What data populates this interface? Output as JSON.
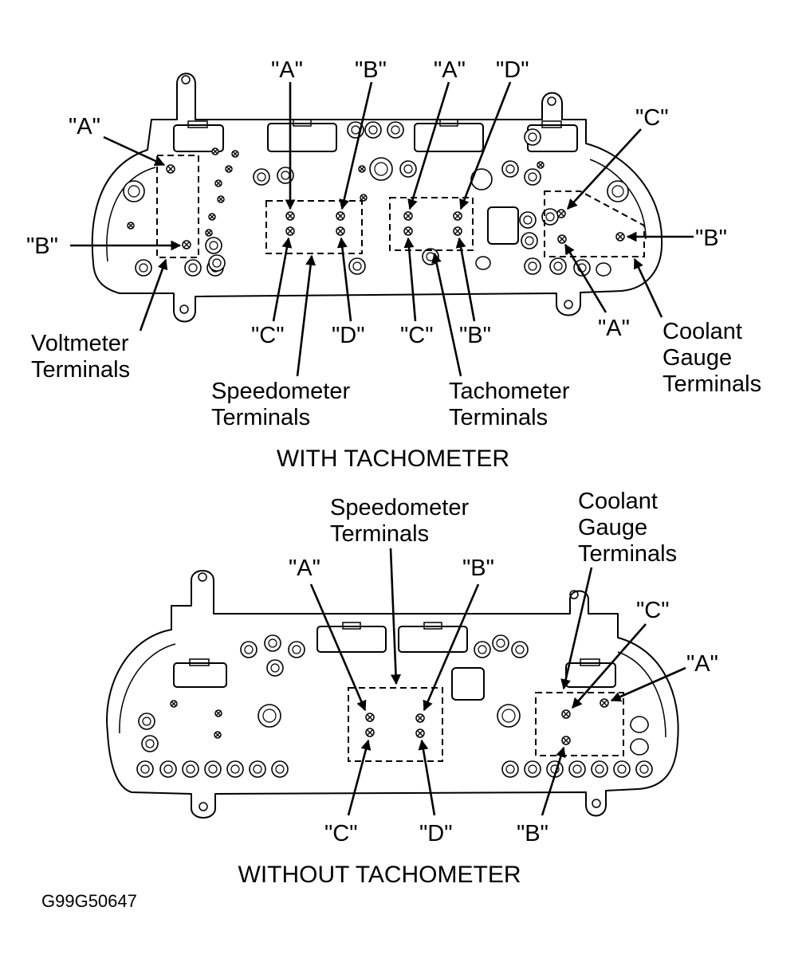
{
  "top_panel": {
    "caption": "WITH TACHOMETER",
    "voltmeter": {
      "term_a": "\"A\"",
      "term_b": "\"B\"",
      "label_line1": "Voltmeter",
      "label_line2": "Terminals"
    },
    "speedometer": {
      "term_a": "\"A\"",
      "term_b": "\"B\"",
      "term_c": "\"C\"",
      "term_d": "\"D\"",
      "label_line1": "Speedometer",
      "label_line2": "Terminals"
    },
    "tachometer": {
      "term_a": "\"A\"",
      "term_b": "\"B\"",
      "term_c": "\"C\"",
      "term_d": "\"D\"",
      "label_line1": "Tachometer",
      "label_line2": "Terminals"
    },
    "coolant": {
      "term_a": "\"A\"",
      "term_b": "\"B\"",
      "term_c": "\"C\"",
      "label_line1": "Coolant",
      "label_line2": "Gauge",
      "label_line3": "Terminals"
    }
  },
  "bottom_panel": {
    "caption": "WITHOUT TACHOMETER",
    "speedometer": {
      "term_a": "\"A\"",
      "term_b": "\"B\"",
      "term_c": "\"C\"",
      "term_d": "\"D\"",
      "label_line1": "Speedometer",
      "label_line2": "Terminals"
    },
    "coolant": {
      "term_a": "\"A\"",
      "term_b": "\"B\"",
      "term_c": "\"C\"",
      "label_line1": "Coolant",
      "label_line2": "Gauge",
      "label_line3": "Terminals"
    }
  },
  "figure_code": "G99G50647"
}
